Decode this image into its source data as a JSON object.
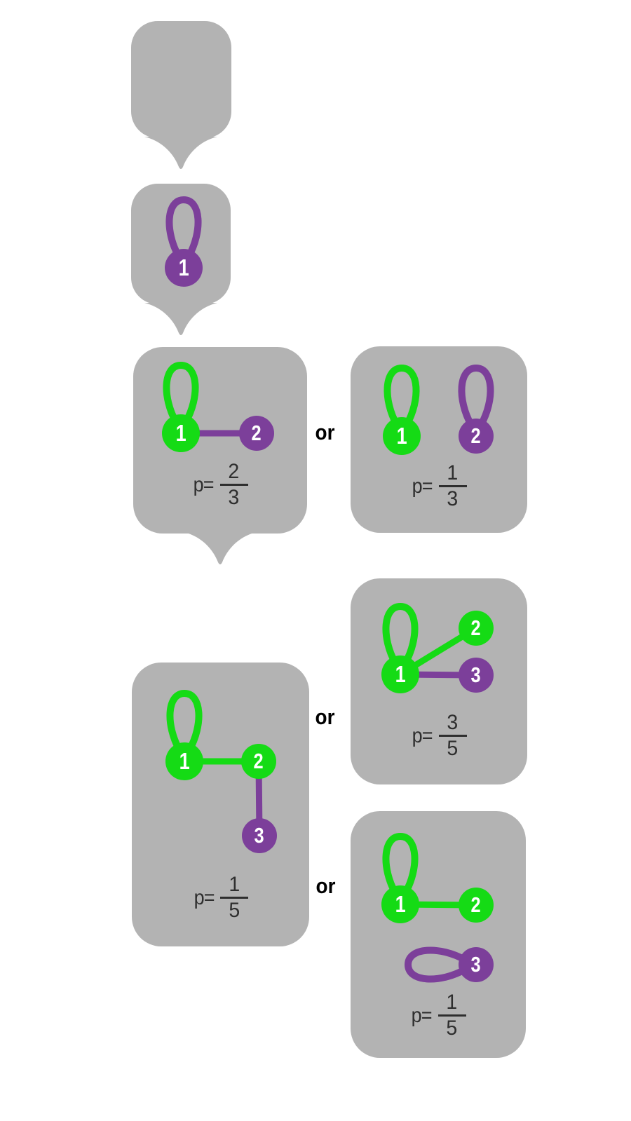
{
  "page": {
    "background": "#ffffff"
  },
  "colors": {
    "box_gray": "#b3b3b3",
    "green": "#15db15",
    "purple": "#7c3f9a",
    "probability_text": "#2e2e2e",
    "or_text": "#000000",
    "node_number_text": "#ffffff"
  },
  "labels": {
    "or_1": "or",
    "or_2": "or",
    "or_3": "or"
  },
  "boxes": [
    {
      "name": "start-empty-bubble",
      "nodes": [],
      "edges": [],
      "p": null,
      "has_tail": true
    },
    {
      "name": "step1-node1-selfloop",
      "nodes": [
        {
          "label": "1",
          "color": "purple",
          "self_loop": "up"
        }
      ],
      "edges": [],
      "p": null,
      "has_tail": true
    },
    {
      "name": "step2-option-edge-1-2",
      "nodes": [
        {
          "label": "1",
          "color": "green",
          "self_loop": "up"
        },
        {
          "label": "2",
          "color": "purple",
          "self_loop": null
        }
      ],
      "edges": [
        {
          "from": "1",
          "to": "2",
          "color": "purple"
        }
      ],
      "p": {
        "prefix": "p=",
        "num": "2",
        "den": "3"
      },
      "has_tail": true
    },
    {
      "name": "step2-option-two-selfloops",
      "nodes": [
        {
          "label": "1",
          "color": "green",
          "self_loop": "up"
        },
        {
          "label": "2",
          "color": "purple",
          "self_loop": "up"
        }
      ],
      "edges": [],
      "p": {
        "prefix": "p=",
        "num": "1",
        "den": "3"
      },
      "has_tail": false
    },
    {
      "name": "step3-option-star-on-1",
      "nodes": [
        {
          "label": "1",
          "color": "green",
          "self_loop": "up"
        },
        {
          "label": "2",
          "color": "green",
          "self_loop": null
        },
        {
          "label": "3",
          "color": "purple",
          "self_loop": null
        }
      ],
      "edges": [
        {
          "from": "1",
          "to": "2",
          "color": "green"
        },
        {
          "from": "1",
          "to": "3",
          "color": "purple"
        }
      ],
      "p": {
        "prefix": "p=",
        "num": "3",
        "den": "5"
      },
      "has_tail": false
    },
    {
      "name": "step3-option-path-1-2-3",
      "nodes": [
        {
          "label": "1",
          "color": "green",
          "self_loop": "up"
        },
        {
          "label": "2",
          "color": "green",
          "self_loop": null
        },
        {
          "label": "3",
          "color": "purple",
          "self_loop": null
        }
      ],
      "edges": [
        {
          "from": "1",
          "to": "2",
          "color": "green"
        },
        {
          "from": "2",
          "to": "3",
          "color": "purple"
        }
      ],
      "p": {
        "prefix": "p=",
        "num": "1",
        "den": "5"
      },
      "has_tail": false
    },
    {
      "name": "step3-option-selfloop-on-3",
      "nodes": [
        {
          "label": "1",
          "color": "green",
          "self_loop": "up"
        },
        {
          "label": "2",
          "color": "green",
          "self_loop": null
        },
        {
          "label": "3",
          "color": "purple",
          "self_loop": "left"
        }
      ],
      "edges": [
        {
          "from": "1",
          "to": "2",
          "color": "green"
        }
      ],
      "p": {
        "prefix": "p=",
        "num": "1",
        "den": "5"
      },
      "has_tail": false
    }
  ]
}
